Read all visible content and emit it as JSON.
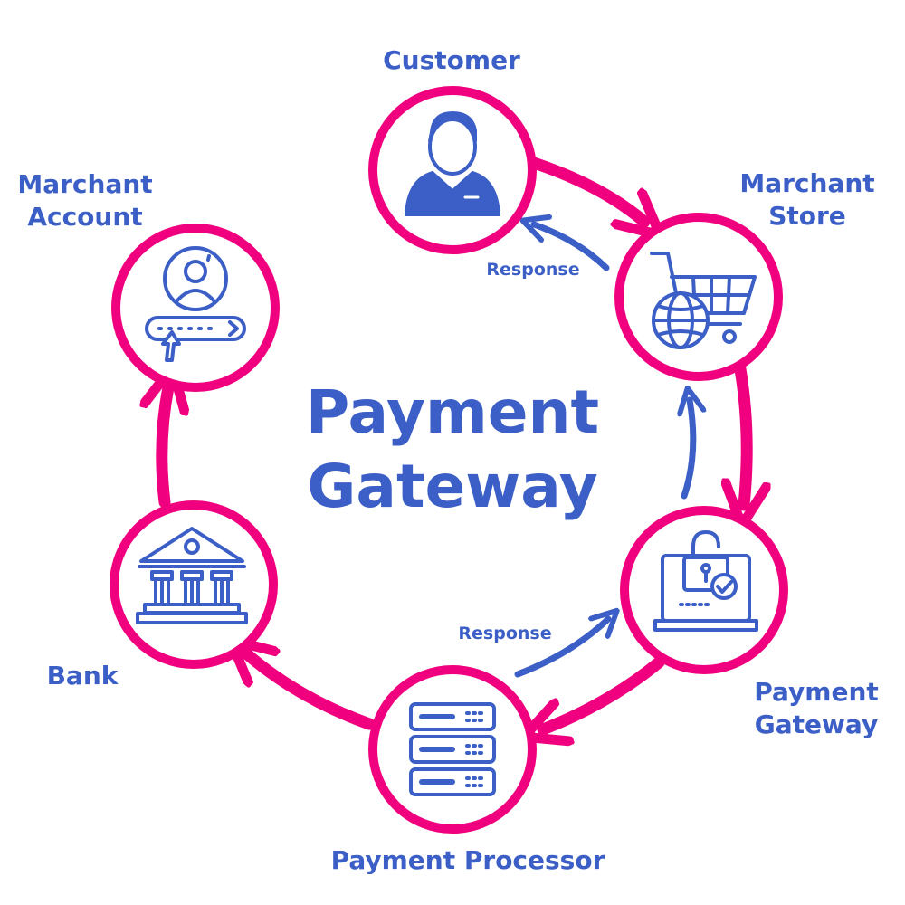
{
  "title": {
    "line1": "Payment",
    "line2": "Gateway"
  },
  "nodes": {
    "customer": {
      "label": "Customer",
      "icon": "customer-icon"
    },
    "store": {
      "label_line1": "Marchant",
      "label_line2": "Store",
      "icon": "shopping-cart-globe-icon"
    },
    "gateway": {
      "label_line1": "Payment",
      "label_line2": "Gateway",
      "icon": "laptop-lock-icon"
    },
    "processor": {
      "label": "Payment Processor",
      "icon": "server-icon"
    },
    "bank": {
      "label": "Bank",
      "icon": "bank-icon"
    },
    "account": {
      "label_line1": "Marchant",
      "label_line2": "Account",
      "icon": "user-login-icon"
    }
  },
  "responses": {
    "top": "Response",
    "bottom": "Response"
  },
  "colors": {
    "ring": "#f0007e",
    "accent": "#3b5fc6",
    "background": "#ffffff"
  }
}
